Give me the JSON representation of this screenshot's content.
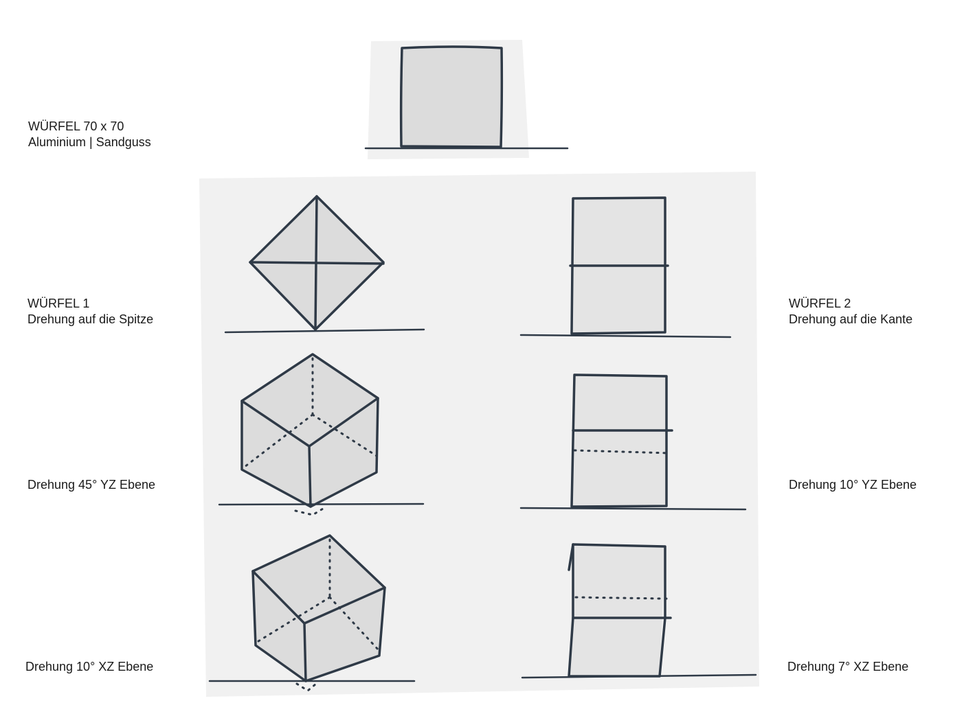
{
  "labels": {
    "main_title": "WÜRFEL 70 x 70",
    "main_subtitle": "Aluminium | Sandguss",
    "cube1_title": "WÜRFEL 1",
    "cube1_subtitle": "Drehung auf die Spitze",
    "cube2_title": "WÜRFEL 2",
    "cube2_subtitle": "Drehung auf die Kante",
    "rot_45_yz": "Drehung 45° YZ Ebene",
    "rot_10_yz": "Drehung 10° YZ Ebene",
    "rot_10_xz": "Drehung 10° XZ Ebene",
    "rot_7_xz": "Drehung 7° XZ Ebene"
  },
  "colors": {
    "ink": "#2f3a47",
    "cube_fill": "#dcdcdc",
    "paper": "#f1f1f1"
  }
}
